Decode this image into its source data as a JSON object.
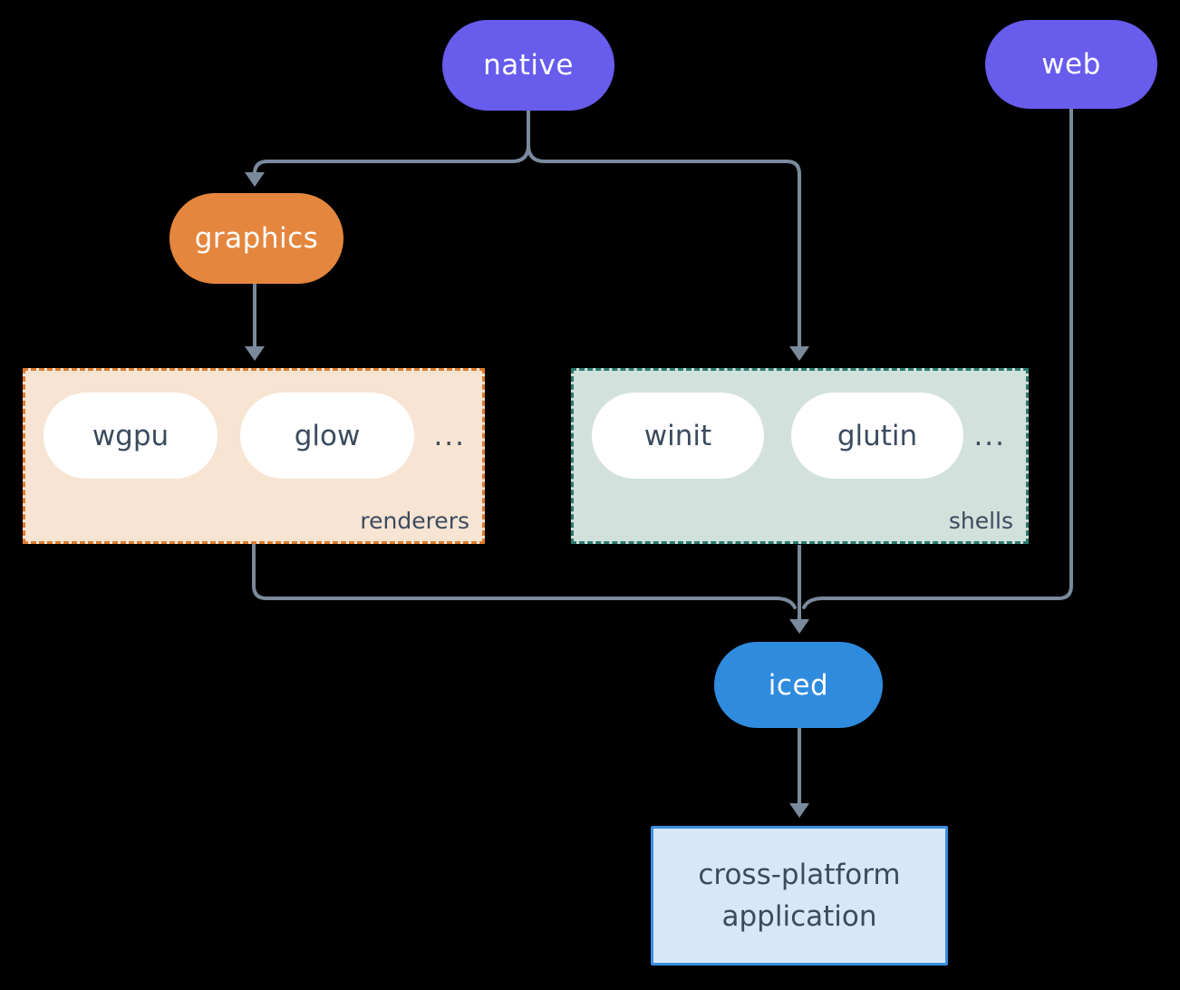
{
  "diagram": {
    "background": "#000000",
    "edge_color": "#7A8A9C",
    "item_text_color": "#3B4B5E",
    "nodes": {
      "native": {
        "label": "native",
        "color": "#675CEC",
        "text_color": "#FFFFFF"
      },
      "web": {
        "label": "web",
        "color": "#675CEC",
        "text_color": "#FFFFFF"
      },
      "graphics": {
        "label": "graphics",
        "color": "#E5863E",
        "text_color": "#FFFFFF"
      },
      "iced": {
        "label": "iced",
        "color": "#2F8BDE",
        "text_color": "#FFFFFF"
      }
    },
    "groups": {
      "renderers": {
        "label": "renderers",
        "fill": "#F8E4D3",
        "border_color": "#DE7B2C",
        "ellipsis": "...",
        "items": [
          {
            "label": "wgpu"
          },
          {
            "label": "glow"
          }
        ]
      },
      "shells": {
        "label": "shells",
        "fill": "#D2E1DB",
        "border_color": "#2B7A6F",
        "ellipsis": "...",
        "items": [
          {
            "label": "winit"
          },
          {
            "label": "glutin"
          }
        ]
      }
    },
    "app": {
      "label_line1": "cross-platform",
      "label_line2": "application",
      "fill": "#D8E7F8",
      "border_color": "#3B8FE0",
      "text_color": "#3B4B5E"
    }
  }
}
